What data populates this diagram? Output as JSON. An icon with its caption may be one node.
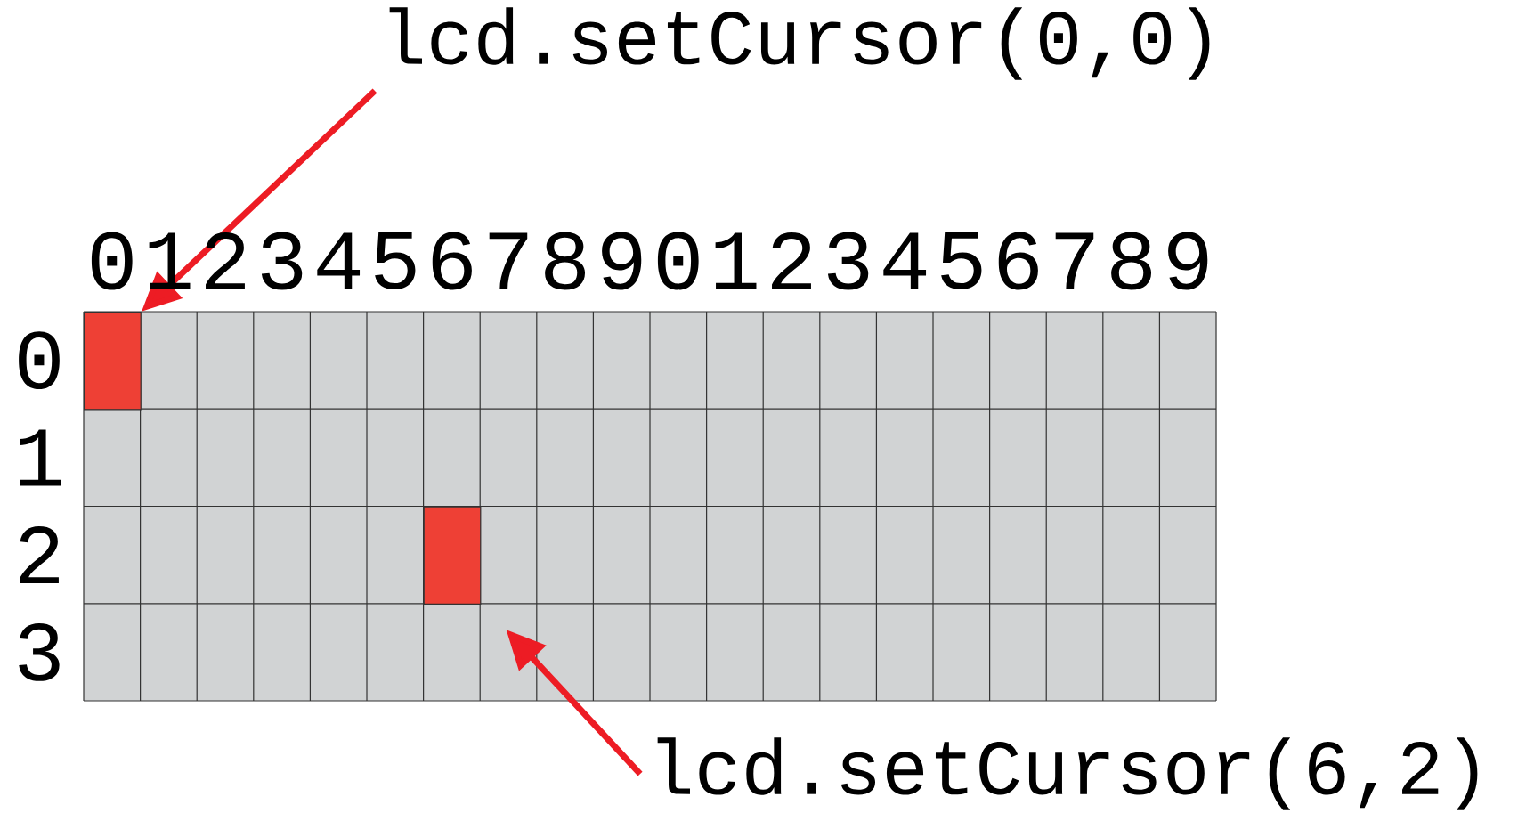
{
  "diagram": {
    "nodes": [
      {
        "text": [
          "lcd.setCursor(0,0)"
        ]
      },
      {
        "text": [],
        "shape": "box"
      },
      {
        "text": [],
        "shape": "box"
      },
      {
        "text": [
          "lcd.setCursor(6,2)"
        ]
      }
    ],
    "edges": [
      {
        "from": 0,
        "to": 1,
        "arrow": "to"
      },
      {
        "from": 3,
        "to": 2,
        "arrow": "to"
      }
    ],
    "labels": [
      "0",
      "1",
      "2",
      "3",
      "4",
      "5",
      "6",
      "7",
      "8",
      "9",
      "0",
      "1",
      "2",
      "3",
      "4",
      "5",
      "6",
      "7",
      "8",
      "9",
      "0",
      "1",
      "2",
      "3"
    ]
  }
}
